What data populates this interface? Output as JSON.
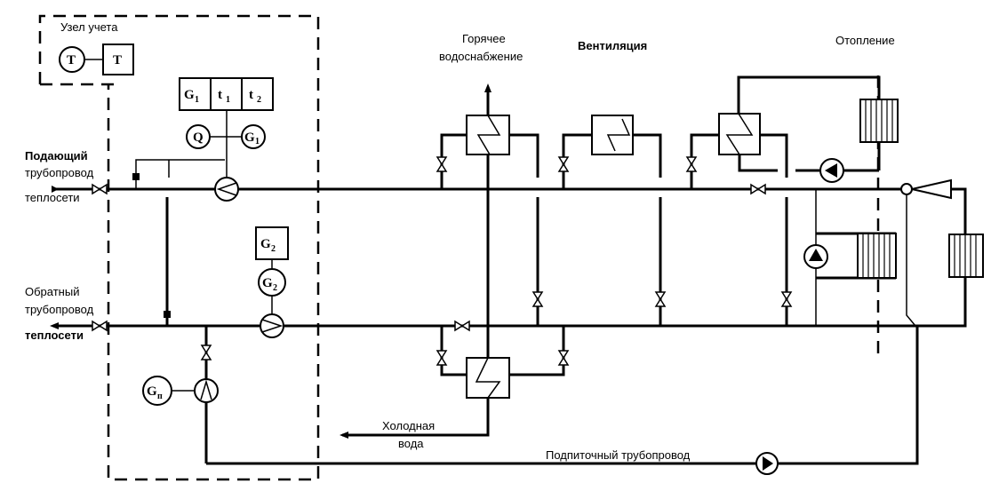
{
  "diagram": {
    "metering_unit": {
      "title": "Узел учета",
      "legend_sensor": "T",
      "legend_device": "T"
    },
    "meter_block": {
      "cells": [
        {
          "main": "G",
          "sub": "1"
        },
        {
          "main": "t",
          "sub": "1"
        },
        {
          "main": "t",
          "sub": "2"
        }
      ],
      "heat_meter": "Q",
      "flow_sensor_1": {
        "main": "G",
        "sub": "1"
      },
      "flow_recorder_2": {
        "main": "G",
        "sub": "2"
      },
      "flow_sensor_2": {
        "main": "G",
        "sub": "2"
      },
      "makeup_sensor": {
        "main": "G",
        "sub": "п"
      }
    },
    "pipes": {
      "supply": [
        "Подающий",
        "трубопровод",
        "теплосети"
      ],
      "return": [
        "Обратный",
        "трубопровод",
        "теплосети"
      ],
      "makeup": "Подпиточный трубопровод",
      "cold_water": [
        "Холодная",
        "вода"
      ]
    },
    "consumers": {
      "hot_water": [
        "Горячее",
        "водоснабжение"
      ],
      "ventilation": "Вентиляция",
      "heating": "Отопление"
    }
  }
}
